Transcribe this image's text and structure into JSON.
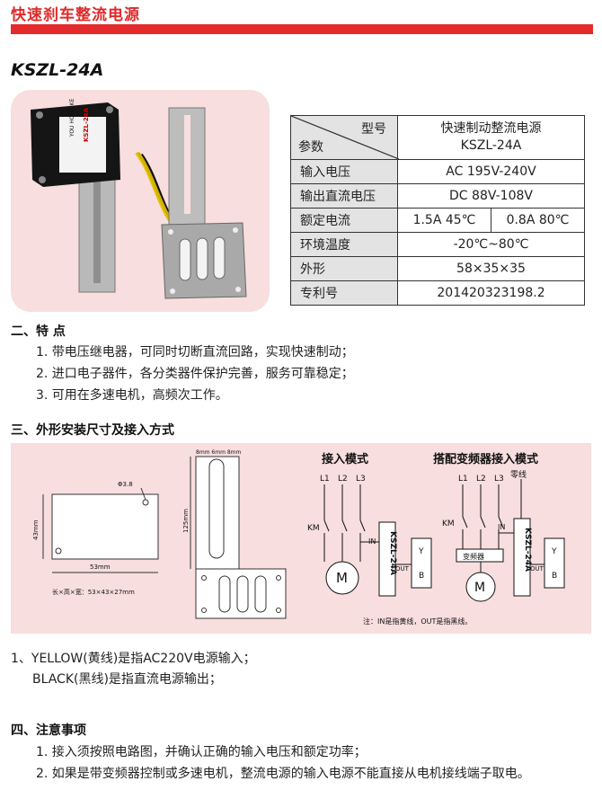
{
  "header": {
    "title": "快速刹车整流电源"
  },
  "model": "KSZL-24A",
  "device_label": {
    "line1": "YOU HONG KE",
    "line2": "KSZL-24A"
  },
  "spec_table": {
    "corner_top": "型号",
    "corner_bottom": "参数",
    "product_name": "快速制动整流电源",
    "product_model": "KSZL-24A",
    "rows": [
      {
        "label": "输入电压",
        "value": "AC 195V-240V"
      },
      {
        "label": "输出直流电压",
        "value": "DC 88V-108V"
      },
      {
        "label": "额定电流",
        "value_a": "1.5A 45℃",
        "value_b": "0.8A 80℃"
      },
      {
        "label": "环境温度",
        "value": "-20℃~80℃"
      },
      {
        "label": "外形",
        "value": "58×35×35"
      },
      {
        "label": "专利号",
        "value": "201420323198.2"
      }
    ]
  },
  "features": {
    "heading": "二、特 点",
    "items": [
      "1. 带电压继电器，可同时切断直流回路，实现快速制动；",
      "2. 进口电子器件，各分类器件保护完善，服务可靠稳定；",
      "3. 可用在多速电机，高频次工作。"
    ]
  },
  "install": {
    "heading": "三、外形安装尺寸及接入方式",
    "dims": {
      "hole": "Φ3.8",
      "height": "43mm",
      "width": "53mm",
      "overall": "长×高×宽：53×43×27mm",
      "bracket_top": "8mm 6mm 8mm",
      "bracket_h": "125mm"
    },
    "mode1": {
      "title": "接入模式",
      "l1": "L1",
      "l2": "L2",
      "l3": "L3",
      "km": "KM",
      "in": "IN",
      "out": "OUT",
      "device": "KSZL-24A",
      "y": "Y",
      "b": "B",
      "motor": "M"
    },
    "mode2": {
      "title": "搭配变频器接入模式",
      "l1": "L1",
      "l2": "L2",
      "l3": "L3",
      "neutral": "零线",
      "km": "KM",
      "in": "IN",
      "out": "OUT",
      "inverter": "变频器",
      "device": "KSZL-24A",
      "y": "Y",
      "b": "B",
      "motor": "M"
    },
    "note": "注：IN是指黄线，OUT是指黑线。"
  },
  "wiring_notes": {
    "line1": "1、YELLOW(黄线)是指AC220V电源输入；",
    "line2": "BLACK(黑线)是指直流电源输出；"
  },
  "cautions": {
    "heading": "四、注意事项",
    "items": [
      "1. 接入须按照电路图，并确认正确的输入电压和额定功率；",
      "2. 如果是带变频器控制或多速电机，整流电源的输入电源不能直接从电机接线端子取电。"
    ]
  }
}
